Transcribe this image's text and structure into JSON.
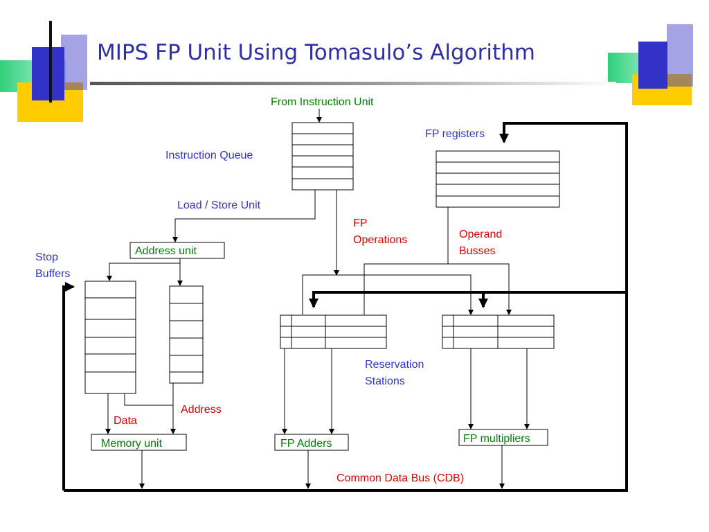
{
  "slide": {
    "title": "MIPS FP Unit Using Tomasulo’s Algorithm"
  },
  "diagram": {
    "from_instruction_unit": "From Instruction Unit",
    "instruction_queue": "Instruction Queue",
    "fp_registers": "FP registers",
    "load_store_unit": "Load / Store Unit",
    "fp_operations": [
      "FP",
      "Operations"
    ],
    "operand_busses": [
      "Operand",
      "Busses"
    ],
    "address_unit": "Address unit",
    "store_buffers": [
      "Stop",
      "Buffers"
    ],
    "reservation_stations": [
      "Reservation",
      "Stations"
    ],
    "address_label": "Address",
    "data_label": "Data",
    "memory_unit": "Memory unit",
    "fp_adders": "FP Adders",
    "fp_multipliers": "FP multipliers",
    "common_data_bus": "Common Data Bus (CDB)"
  },
  "colors": {
    "title": "#2e2ea6",
    "blue_label": "#3333cc",
    "green_label": "#008000",
    "red_label": "#e00000",
    "deco_blue": "#3232c8",
    "deco_yellow": "#ffcc00",
    "deco_green": "#33cc88"
  }
}
